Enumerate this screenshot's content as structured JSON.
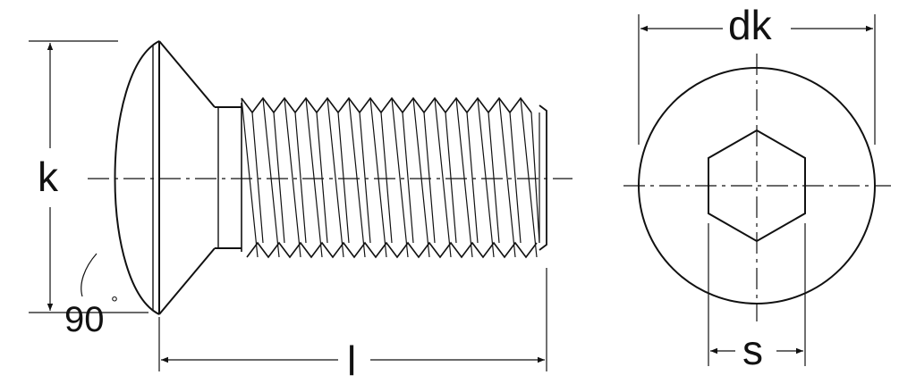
{
  "diagram": {
    "labels": {
      "head_height": "k",
      "head_diameter": "dk",
      "length": "l",
      "hex_socket_size": "s",
      "countersink_angle": "90",
      "degree_symbol": "°"
    },
    "colors": {
      "stroke": "#111111",
      "background": "#ffffff"
    }
  }
}
